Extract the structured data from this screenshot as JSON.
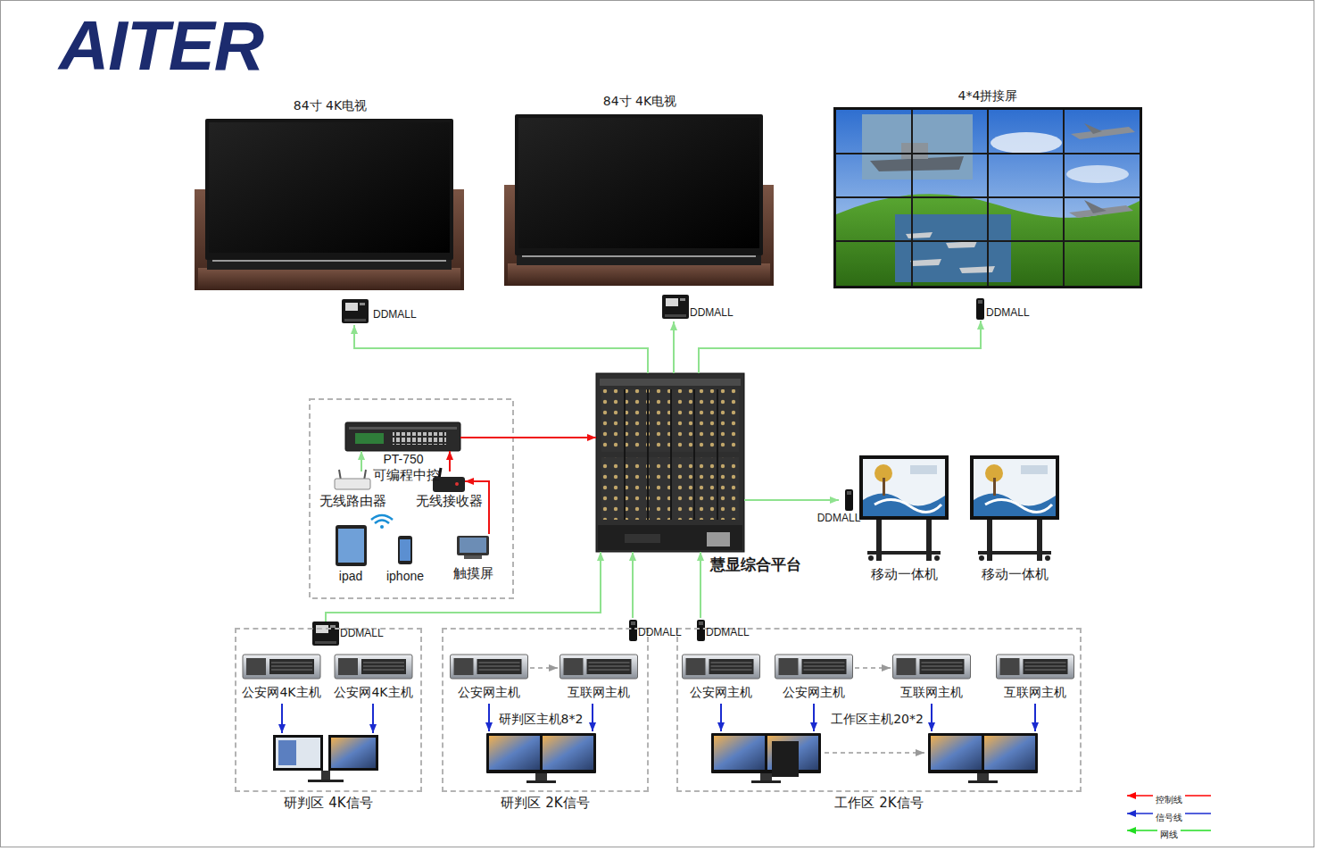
{
  "diagram": {
    "title": "AITER",
    "nodes": [
      {
        "text": [
          "84寸 4K电视"
        ]
      },
      {
        "text": [
          "84寸 4K电视"
        ]
      },
      {
        "text": [
          "4*4拼接屏"
        ]
      },
      {
        "text": [
          "DDMALL"
        ]
      },
      {
        "text": [
          "DDMALL"
        ]
      },
      {
        "text": [
          "DDMALL"
        ]
      },
      {
        "text": [
          "PT-750",
          "可编程中控"
        ]
      },
      {
        "text": [
          "慧显综合平台"
        ]
      },
      {
        "text": [
          "无线路由器"
        ]
      },
      {
        "text": [
          "无线接收器"
        ]
      },
      {
        "text": [
          "DDMALL"
        ]
      },
      {
        "text": [
          "ipad"
        ]
      },
      {
        "text": [
          "iphone"
        ]
      },
      {
        "text": [
          "触摸屏"
        ]
      },
      {
        "text": [
          "移动一体机"
        ]
      },
      {
        "text": [
          "移动一体机"
        ]
      },
      {
        "text": [
          "DDMALL"
        ]
      },
      {
        "text": [
          "DDMALL"
        ]
      },
      {
        "text": [
          "DDMALL"
        ]
      },
      {
        "text": [
          "研判区 4K信号"
        ]
      },
      {
        "text": [
          "公安网4K主机"
        ],
        "in": 19
      },
      {
        "text": [
          "公安网4K主机"
        ],
        "in": 19
      },
      {
        "text": [
          "研判区 2K信号"
        ]
      },
      {
        "text": [
          "公安网主机"
        ],
        "in": 22
      },
      {
        "text": [
          "互联网主机"
        ],
        "in": 22
      },
      {
        "text": [
          "工作区 2K信号"
        ]
      },
      {
        "text": [
          "公安网主机"
        ],
        "in": 25
      },
      {
        "text": [
          "公安网主机"
        ],
        "in": 25
      },
      {
        "text": [
          "互联网主机"
        ],
        "in": 25
      },
      {
        "text": [
          "互联网主机"
        ],
        "in": 25
      }
    ],
    "edges": [
      {
        "from": 7,
        "to": 3,
        "arrow": "to"
      },
      {
        "from": 7,
        "to": 4,
        "arrow": "to"
      },
      {
        "from": 7,
        "to": 5,
        "arrow": "to"
      },
      {
        "from": 6,
        "to": 7,
        "arrow": "to"
      },
      {
        "from": 8,
        "to": 6,
        "arrow": "to"
      },
      {
        "from": 9,
        "to": 6,
        "arrow": "to"
      },
      {
        "from": 13,
        "to": 9,
        "arrow": "to"
      },
      {
        "from": 7,
        "to": 10,
        "arrow": "to"
      },
      {
        "from": 16,
        "to": 7,
        "arrow": "to"
      },
      {
        "from": 17,
        "to": 7,
        "arrow": "to"
      },
      {
        "from": 18,
        "to": 7,
        "arrow": "to"
      },
      {
        "from": 23,
        "to": 24,
        "arrow": "to"
      },
      {
        "from": 27,
        "to": 28,
        "arrow": "to"
      }
    ],
    "labels": [
      "研判区主机8*2",
      "工作区主机20*2"
    ],
    "legend": [
      {
        "text": "控制线",
        "color": "#ff0000"
      },
      {
        "text": "信号线",
        "color": "#1a2bd0"
      },
      {
        "text": "网线",
        "color": "#22dd22"
      }
    ]
  }
}
